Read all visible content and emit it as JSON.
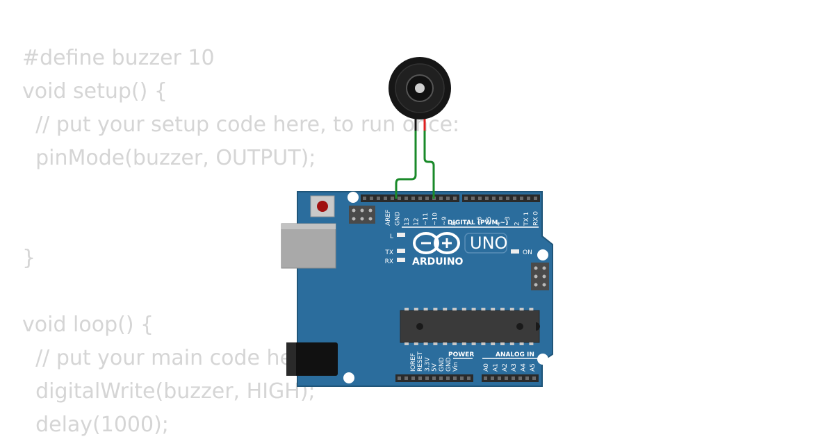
{
  "code": {
    "lines": [
      "#define buzzer 10",
      "void setup() {",
      "  // put your setup code here, to run once:",
      "  pinMode(buzzer, OUTPUT);",
      "",
      "",
      "}",
      "",
      "void loop() {",
      "  // put your main code here, to run repeatedly:",
      "  digitalWrite(buzzer, HIGH);",
      "  delay(1000);"
    ]
  },
  "board": {
    "brand": "ARDUINO",
    "model": "UNO",
    "digital_header_label": "DIGITAL (PWM ~)",
    "power_header_label": "POWER",
    "analog_header_label": "ANALOG IN",
    "led_l": "L",
    "led_tx": "TX",
    "led_rx": "RX",
    "led_on": "ON",
    "digital_pins_left": [
      "AREF",
      "GND",
      "13",
      "12",
      "~11",
      "~10",
      "~9",
      "8"
    ],
    "digital_pins_right": [
      "7",
      "~6",
      "~5",
      "4",
      "~3",
      "2",
      "TX 1",
      "RX 0"
    ],
    "power_pins": [
      "IOREF",
      "RESET",
      "3.3V",
      "5V",
      "GND",
      "GND",
      "Vin"
    ],
    "analog_pins": [
      "A0",
      "A1",
      "A2",
      "A3",
      "A4",
      "A5"
    ]
  },
  "colors": {
    "board": "#2b6d9d",
    "board_edge": "#1f5579",
    "wire_ground": "#1a8a2a",
    "wire_signal": "#1a8a2a",
    "buzzer_lead_red": "#e02020",
    "code_text": "#d5d5d5"
  }
}
